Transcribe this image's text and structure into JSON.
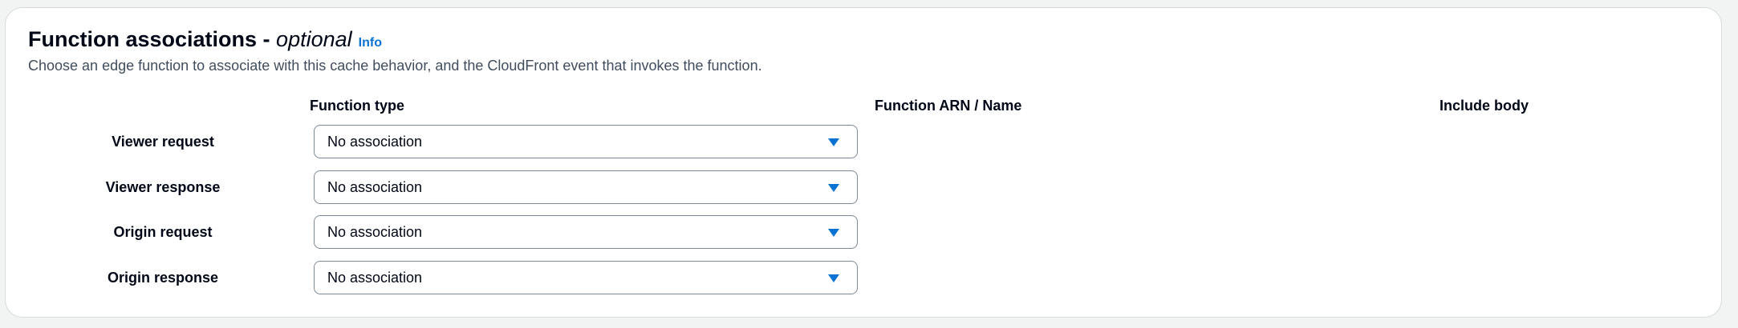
{
  "section": {
    "title": "Function associations",
    "title_separator": " - ",
    "title_optional": "optional",
    "info_link": "Info",
    "description": "Choose an edge function to associate with this cache behavior, and the CloudFront event that invokes the function."
  },
  "columns": {
    "function_type": "Function type",
    "function_arn": "Function ARN / Name",
    "include_body": "Include body"
  },
  "rows": [
    {
      "label": "Viewer request",
      "value": "No association"
    },
    {
      "label": "Viewer response",
      "value": "No association"
    },
    {
      "label": "Origin request",
      "value": "No association"
    },
    {
      "label": "Origin response",
      "value": "No association"
    }
  ],
  "colors": {
    "accent": "#0972d3",
    "text": "#000716",
    "secondary_text": "#414d5c",
    "border": "#7d8998"
  },
  "icons": {
    "select_caret": "caret-down-icon"
  }
}
